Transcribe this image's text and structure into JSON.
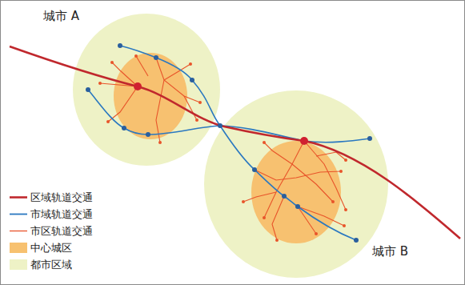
{
  "diagram": {
    "nodes": [
      {
        "text": [
          "城市 A"
        ]
      },
      {
        "text": [
          "城市 B"
        ]
      }
    ],
    "legend": [
      {
        "text": "区域轨道交通"
      },
      {
        "text": "市域轨道交通"
      },
      {
        "text": "市区轨道交通"
      },
      {
        "text": "中心城区",
        "color": "#f7c170"
      },
      {
        "text": "都市区域",
        "color": "#eef2c6"
      }
    ]
  }
}
